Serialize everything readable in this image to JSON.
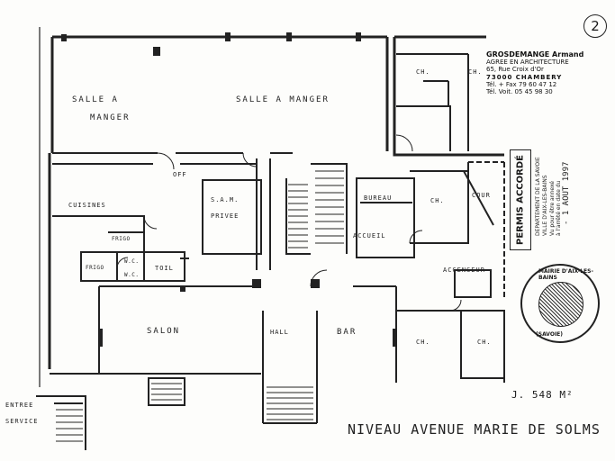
{
  "page_number": "2",
  "rooms": {
    "salle_a_manger_left_1": "SALLE A",
    "salle_a_manger_left_2": "MANGER",
    "salle_a_manger_main": "SALLE A MANGER",
    "office": "OFF",
    "sam_privee_1": "S.A.M.",
    "sam_privee_2": "PRIVEE",
    "cuisines": "CUISINES",
    "frigo_1": "FRIGO",
    "frigo_2": "FRIGO",
    "wc_1": "W.C.",
    "wc_2": "W.C.",
    "toil": "TOIL",
    "salon": "SALON",
    "hall": "HALL",
    "bar": "BAR",
    "bureau": "BUREAU",
    "accueil": "ACCUEIL",
    "ascenseur": "ACCENSEUR",
    "cour": "COUR",
    "ch_top_1": "CH.",
    "ch_top_2": "CH.",
    "ch_mid": "CH.",
    "ch_low_1": "CH.",
    "ch_low_2": "CH.",
    "entree_1": "ENTREE",
    "entree_2": "SERVICE"
  },
  "architect": {
    "name": "GROSDEMANGE Armand",
    "title": "AGREE EN ARCHITECTURE",
    "address": "65, Rue Croix d'Or",
    "city": "73000 CHAMBERY",
    "phone": "Tél. + Fax 79 60 47 12",
    "phone2": "Tél. Voit. 05 45 98 30"
  },
  "stamp": {
    "main": "PERMIS ACCORDÉ",
    "dept": "DEPARTEMENT DE LA SAVOIE",
    "ville": "VILLE D'AIX-LES-BAINS",
    "vu": "Vu pour être annexé",
    "date_note": "à l'arrêté en date du",
    "date": "- 1 AOUT 1997"
  },
  "seal": {
    "top": "MAIRIE D'AIX-LES-BAINS",
    "bottom": "(SAVOIE)"
  },
  "surface": "J. 548 M²",
  "caption": "NIVEAU AVENUE MARIE DE SOLMS"
}
